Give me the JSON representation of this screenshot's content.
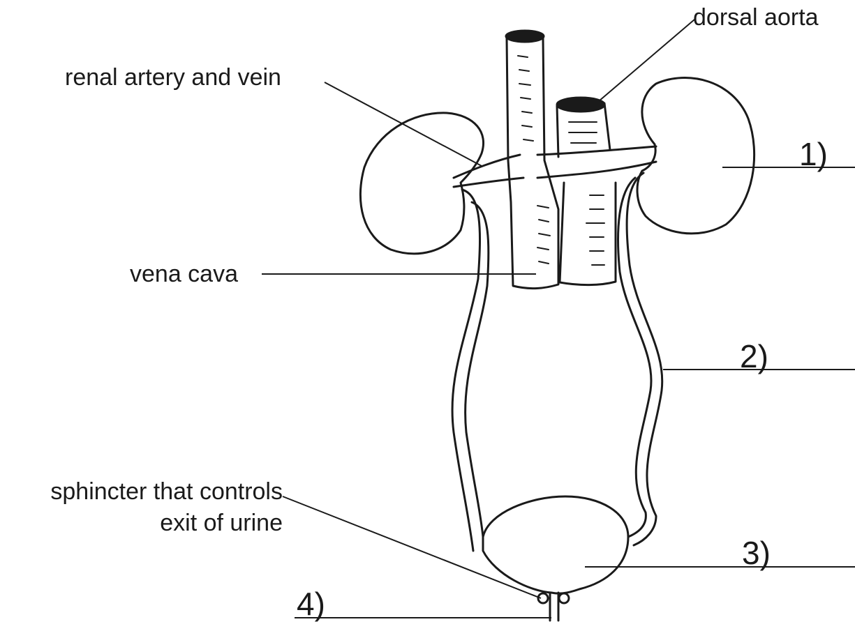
{
  "labels": {
    "dorsal_aorta": "dorsal aorta",
    "renal_artery_vein": "renal artery and vein",
    "vena_cava": "vena cava",
    "sphincter_line1": "sphincter that controls",
    "sphincter_line2": "exit of urine"
  },
  "blanks": {
    "one": "1)",
    "two": "2)",
    "three": "3)",
    "four": "4)"
  },
  "colors": {
    "ink": "#1a1a1a",
    "background": "#ffffff"
  }
}
